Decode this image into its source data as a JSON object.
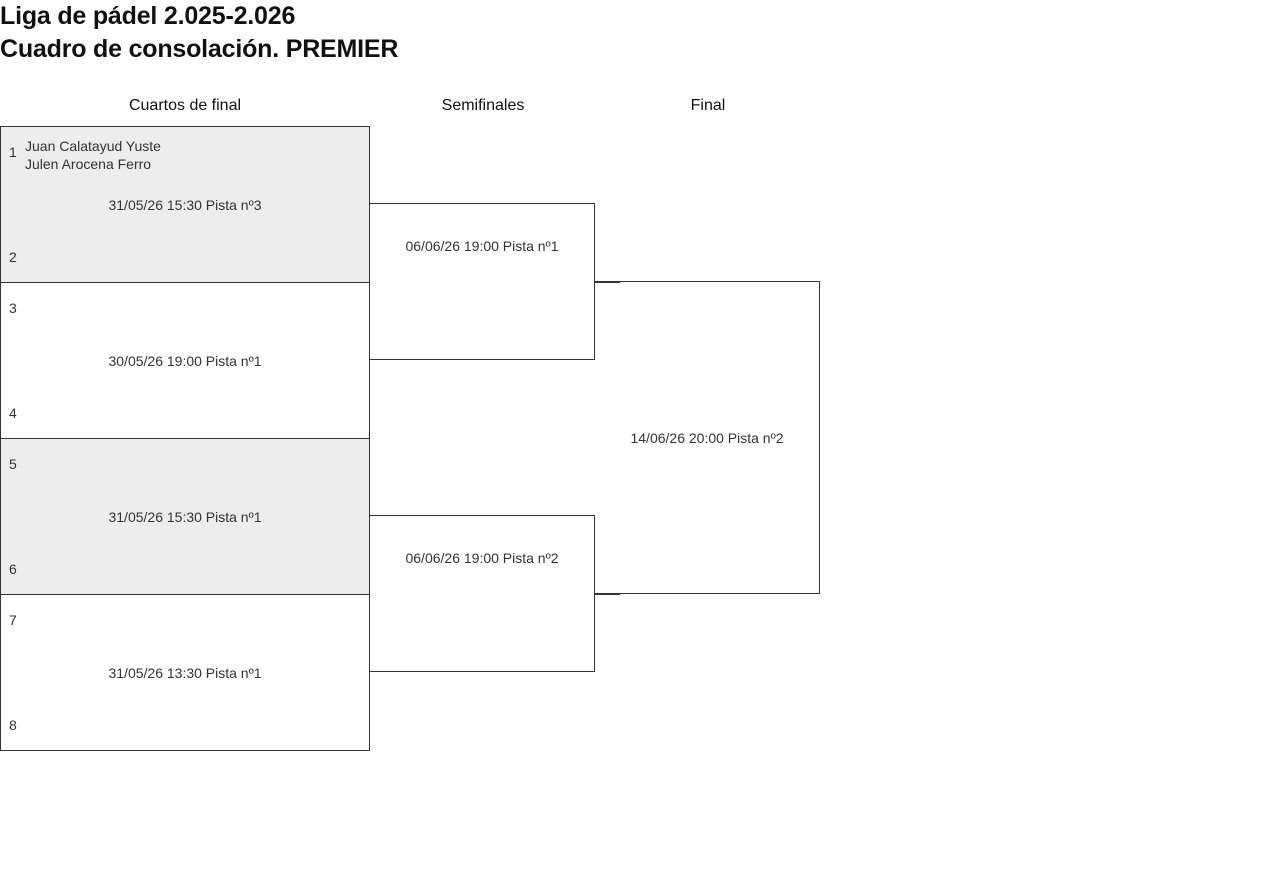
{
  "title": {
    "line1": "Liga de pádel 2.025-2.026",
    "line2": "Cuadro de consolación. PREMIER"
  },
  "rounds": [
    {
      "label": "Cuartos de final"
    },
    {
      "label": "Semifinales"
    },
    {
      "label": "Final"
    }
  ],
  "quarterfinals": [
    {
      "seed_top": "1",
      "seed_bottom": "2",
      "player_top": "Juan Calatayud Yuste",
      "player_bottom": "Julen Arocena Ferro",
      "match_info": "31/05/26 15:30 Pista nº3",
      "shaded": true
    },
    {
      "seed_top": "3",
      "seed_bottom": "4",
      "player_top": "",
      "player_bottom": "",
      "match_info": "30/05/26 19:00 Pista nº1",
      "shaded": false
    },
    {
      "seed_top": "5",
      "seed_bottom": "6",
      "player_top": "",
      "player_bottom": "",
      "match_info": "31/05/26 15:30 Pista nº1",
      "shaded": true
    },
    {
      "seed_top": "7",
      "seed_bottom": "8",
      "player_top": "",
      "player_bottom": "",
      "match_info": "31/05/26 13:30 Pista nº1",
      "shaded": false
    }
  ],
  "semifinals": [
    {
      "match_info": "06/06/26 19:00 Pista nº1"
    },
    {
      "match_info": "06/06/26 19:00 Pista nº2"
    }
  ],
  "final": {
    "match_info": "14/06/26 20:00 Pista nº2"
  },
  "colors": {
    "shaded_row": "#ededed",
    "line": "#333333",
    "text": "#333333",
    "title": "#111111",
    "background": "#ffffff"
  }
}
